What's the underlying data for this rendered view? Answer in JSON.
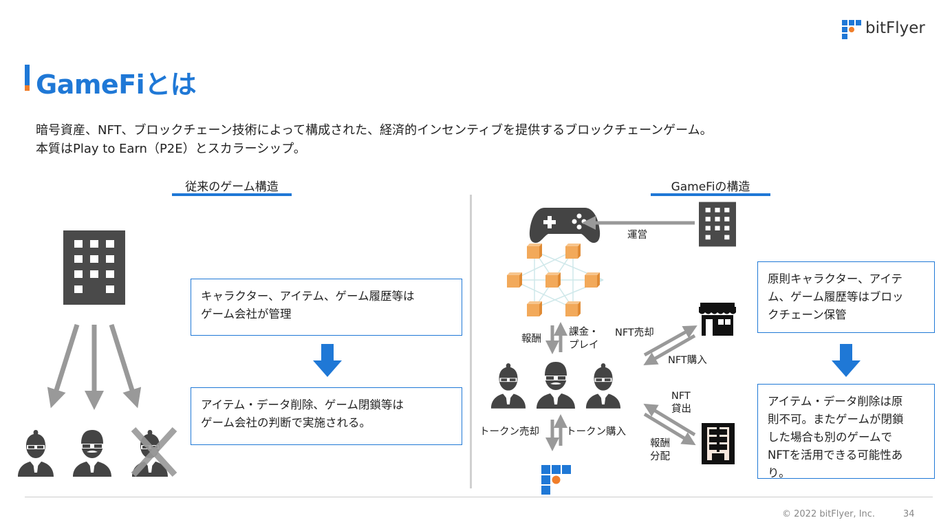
{
  "brand": {
    "name": "bitFlyer",
    "colors": {
      "blue": "#1f78d6",
      "orange": "#f07e2b"
    }
  },
  "title": "GameFiとは",
  "description": [
    "暗号資産、NFT、ブロックチェーン技術によって構成された、経済的インセンティブを提供するブロックチェーンゲーム。",
    "本質はPlay to Earn（P2E）とスカラーシップ。"
  ],
  "left": {
    "heading": "従来のゲーム構造",
    "box1": [
      "キャラクター、アイテム、ゲーム履歴等は",
      "ゲーム会社が管理"
    ],
    "box2": [
      "アイテム・データ削除、ゲーム閉鎖等は",
      "ゲーム会社の判断で実施される。"
    ]
  },
  "right": {
    "heading": "GameFiの構造",
    "labels": {
      "operation": "運営",
      "reward": "報酬",
      "charge_play": [
        "課金・",
        "プレイ"
      ],
      "nft_sell": "NFT売却",
      "nft_buy": "NFT購入",
      "nft_lend": [
        "NFT",
        "貸出"
      ],
      "reward_dist": [
        "報酬",
        "分配"
      ],
      "token_sell": "トークン売却",
      "token_buy": "トークン購入"
    },
    "box1": [
      "原則キャラクター、アイテ",
      "ム、ゲーム履歴等はブロッ",
      "クチェーン保管"
    ],
    "box2": [
      "アイテム・データ削除は原",
      "則不可。またゲームが閉鎖",
      "した場合も別のゲームで",
      "NFTを活用できる可能性あ",
      "り。"
    ]
  },
  "footer": {
    "copyright": "© 2022 bitFlyer, Inc.",
    "page": "34"
  }
}
